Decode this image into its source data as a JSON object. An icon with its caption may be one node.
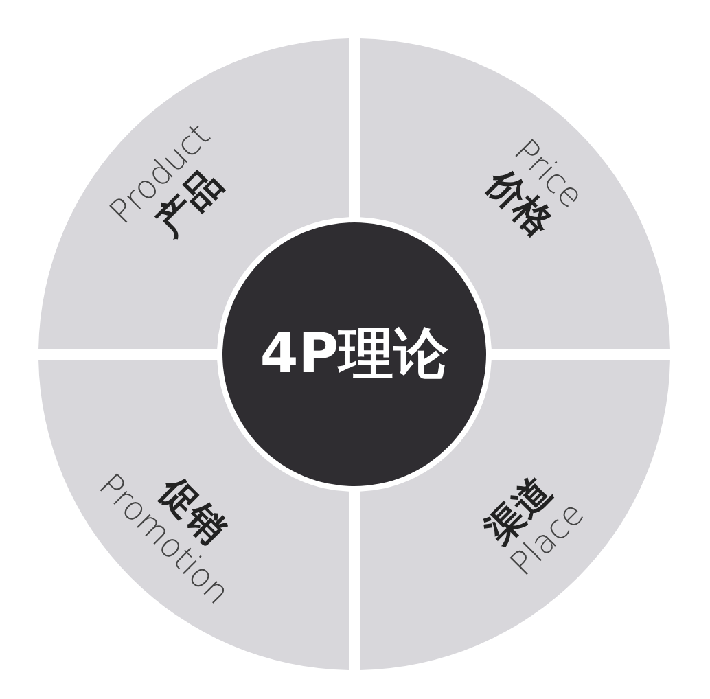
{
  "diagram": {
    "nodes": [
      {
        "text": [
          "Product",
          "产品"
        ]
      },
      {
        "text": [
          "Price",
          "价格"
        ]
      },
      {
        "text": [
          "4P理论"
        ]
      },
      {
        "text": [
          "促销",
          "Promotion"
        ]
      },
      {
        "text": [
          "渠道",
          "Place"
        ]
      }
    ]
  }
}
